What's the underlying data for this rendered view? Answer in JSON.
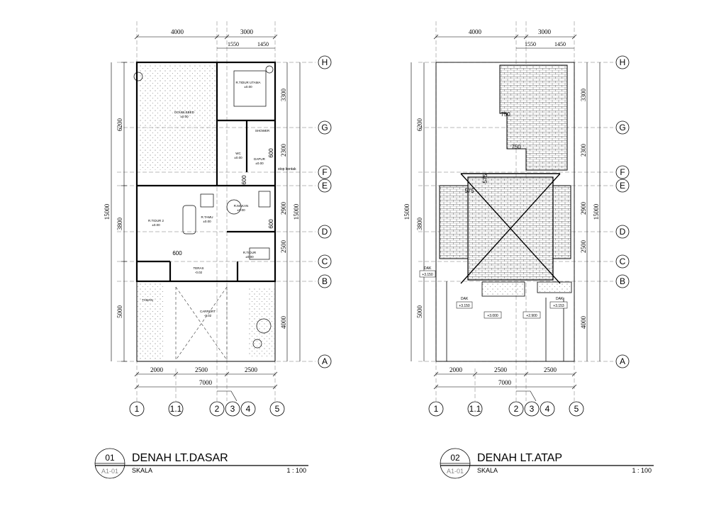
{
  "plans": [
    {
      "number": "01",
      "sheet_ref": "A1-01",
      "title": "DENAH LT.DASAR",
      "scale_label": "SKALA",
      "scale": "1 : 100",
      "top_dims": [
        "4000",
        "3000"
      ],
      "top_sub_dims": [
        "1550",
        "1450"
      ],
      "left_dims": [
        "6200",
        "3800",
        "5000"
      ],
      "left_overall": "15000",
      "right_dims": [
        "3300",
        "2300",
        "2900",
        "2500",
        "4000"
      ],
      "right_overall": "15000",
      "bottom_dims": [
        "2000",
        "2500",
        "2500"
      ],
      "bottom_overall": "7000",
      "extra_dims": [
        "600",
        "600",
        "600",
        "600"
      ],
      "rooms": [
        {
          "name": "DOUBLEBED",
          "level": "±0.00"
        },
        {
          "name": "R.TIDUR UTAMA",
          "level": "±0.00"
        },
        {
          "name": "SHOWER",
          "level": ""
        },
        {
          "name": "DAPUR",
          "level": "±0.00"
        },
        {
          "name": "WC",
          "level": "±0.00"
        },
        {
          "name": "R.TAMU",
          "level": "±0.00"
        },
        {
          "name": "R.MAKAN",
          "level": "±0.00"
        },
        {
          "name": "R.TIDUR 2",
          "level": "±0.00"
        },
        {
          "name": "R.TIDUR",
          "level": "±0.00"
        },
        {
          "name": "TERAS",
          "level": "-0.02"
        },
        {
          "name": "TAMAN",
          "level": ""
        },
        {
          "name": "CARPORT",
          "level": "-0.02"
        }
      ],
      "note": "stop kontak"
    },
    {
      "number": "02",
      "sheet_ref": "A1-01",
      "title": "DENAH LT.ATAP",
      "scale_label": "SKALA",
      "scale": "1 : 100",
      "top_dims": [
        "4000",
        "3000"
      ],
      "top_sub_dims": [
        "1550",
        "1450"
      ],
      "left_dims": [
        "6200",
        "3800",
        "5000"
      ],
      "left_overall": "15000",
      "right_dims": [
        "3300",
        "2300",
        "2900",
        "2500",
        "4000"
      ],
      "right_overall": "15000",
      "bottom_dims": [
        "2000",
        "2500",
        "2500"
      ],
      "bottom_overall": "7000",
      "roof_dims": [
        "750",
        "750",
        "575",
        "575"
      ],
      "dak_labels": [
        {
          "name": "DAK",
          "level": "+3.150"
        },
        {
          "name": "DAK",
          "level": "+3.150"
        },
        {
          "name": "",
          "level": "+3.000"
        },
        {
          "name": "",
          "level": "+2.900"
        },
        {
          "name": "DAK",
          "level": "+3.153"
        }
      ]
    }
  ],
  "grid_rows": [
    "H",
    "G",
    "F",
    "E",
    "D",
    "C",
    "B",
    "A"
  ],
  "grid_cols": [
    "1",
    "1.1",
    "2",
    "3",
    "4",
    "5"
  ],
  "colors": {
    "line": "#000000",
    "hatch": "#555555",
    "bg": "#ffffff"
  }
}
